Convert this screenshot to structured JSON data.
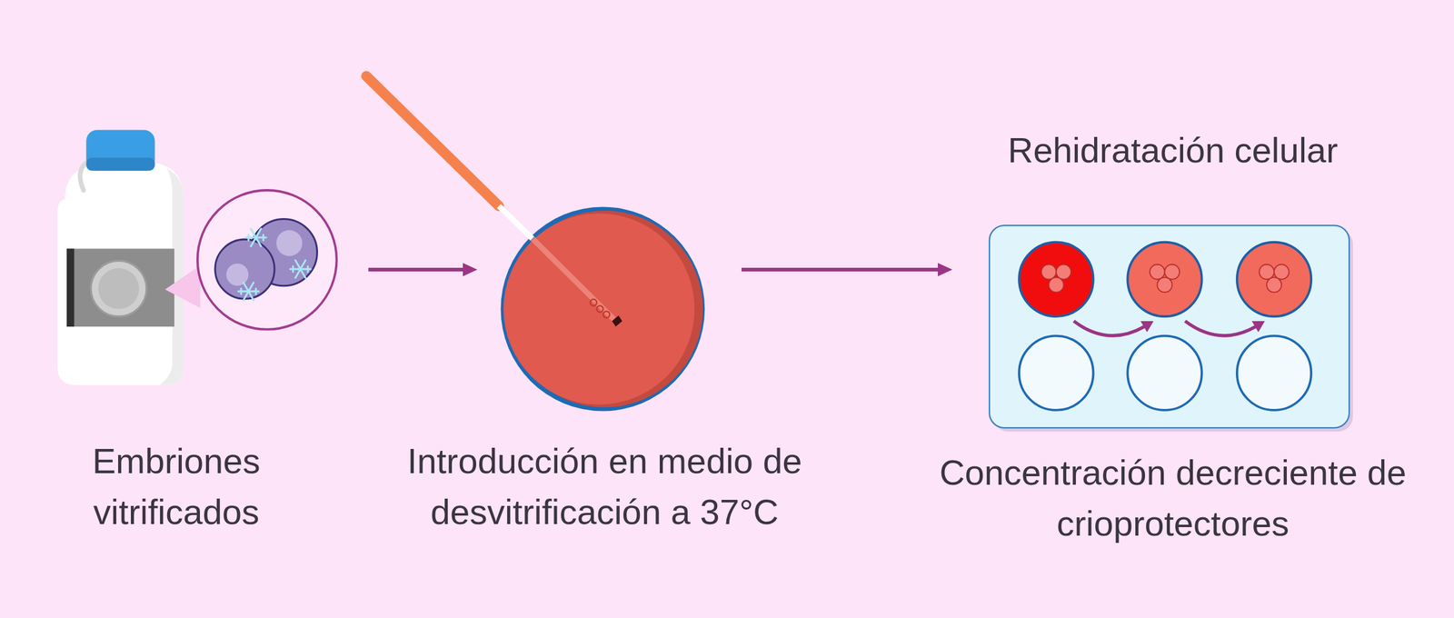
{
  "diagram": {
    "nodes": [
      {
        "text": [
          "Embriones vitrificados"
        ]
      },
      {
        "text": [
          "Introducción en medio de desvitrificación a 37°C"
        ]
      },
      {
        "text": [
          "Rehidratación celular",
          "Concentración decreciente de crioprotectores"
        ]
      }
    ],
    "edges": [
      {
        "from": 0,
        "to": 1,
        "arrow": "to"
      },
      {
        "from": 1,
        "to": 2,
        "arrow": "to"
      }
    ]
  }
}
